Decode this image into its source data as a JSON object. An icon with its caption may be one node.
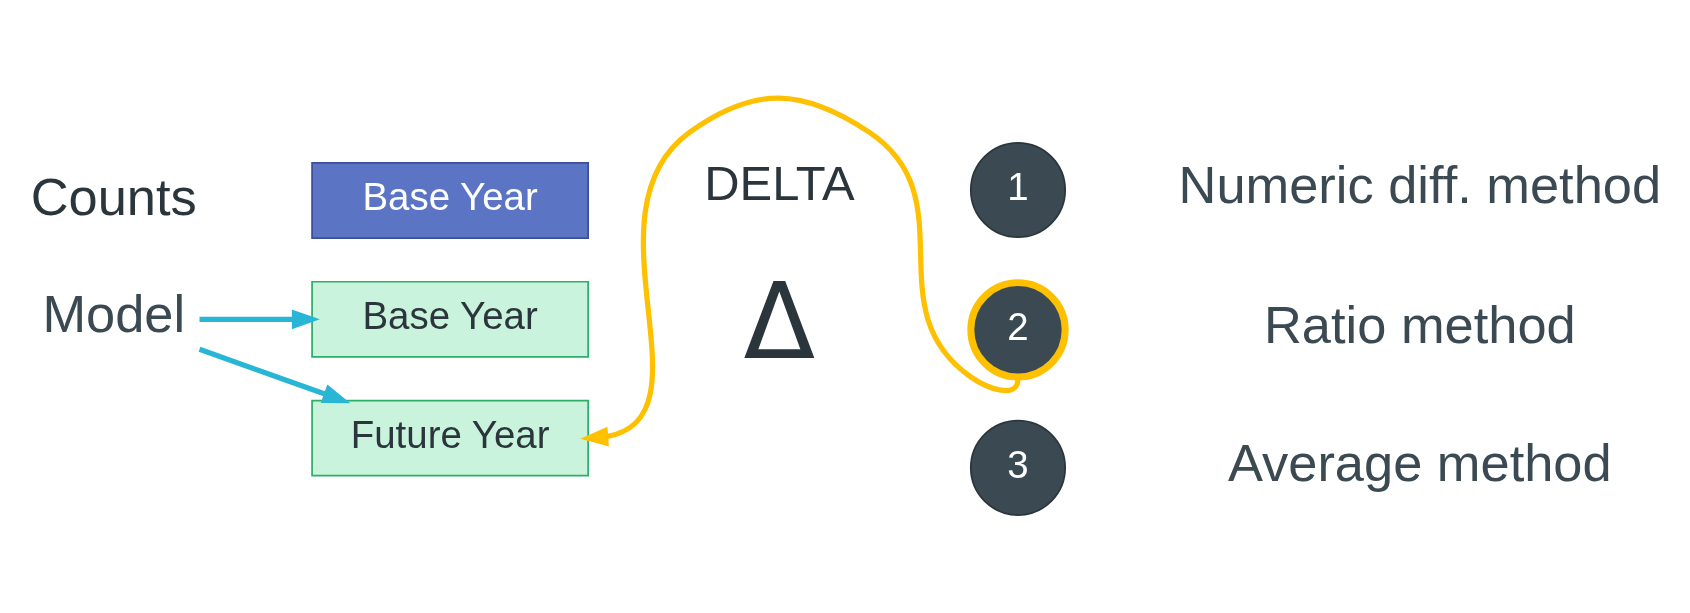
{
  "diagram": {
    "nodes": [
      {
        "text": [
          "Base Year"
        ]
      },
      {
        "text": [
          "1"
        ],
        "beside": [
          "Numeric diff. method"
        ]
      },
      {
        "text": [
          "2"
        ],
        "beside": [
          "Ratio method"
        ]
      },
      {
        "text": [
          "3"
        ],
        "beside": [
          "Average method"
        ]
      },
      {
        "text": [
          "Base Year"
        ]
      },
      {
        "text": [
          "Model"
        ]
      },
      {
        "text": [
          "Future Year"
        ]
      }
    ],
    "edges": [
      {
        "from": 5,
        "to": 4,
        "arrow": "to"
      },
      {
        "from": 5,
        "to": 6,
        "arrow": "to"
      },
      {
        "from": 2,
        "to": 6,
        "arrow": "to",
        "color": "#ffc000"
      }
    ],
    "labels": [
      "Counts",
      "DELTA",
      "Δ"
    ]
  }
}
